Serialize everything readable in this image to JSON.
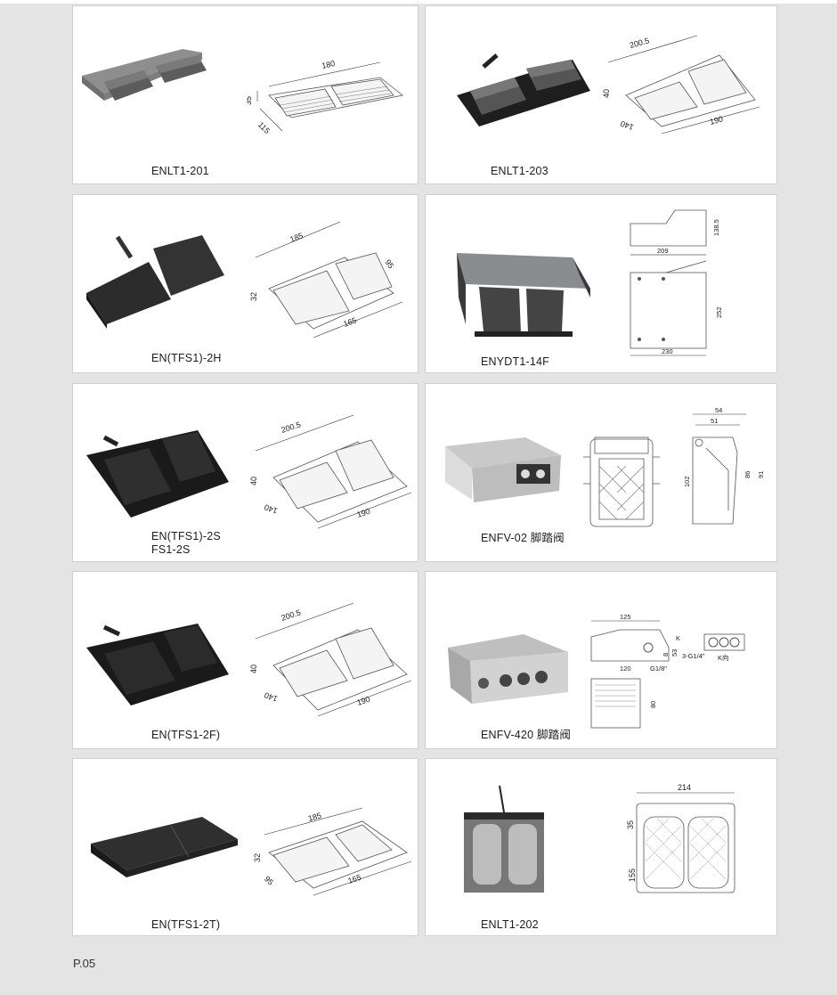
{
  "page_number": "P.05",
  "products": [
    {
      "label": "ENLT1-201",
      "dims": [
        "180",
        "35",
        "115"
      ]
    },
    {
      "label": "ENLT1-203",
      "dims": [
        "200.5",
        "40",
        "140",
        "190"
      ]
    },
    {
      "label": "EN(TFS1)-2H",
      "dims": [
        "185",
        "95",
        "32",
        "165"
      ]
    },
    {
      "label": "ENYDT1-14F",
      "dims": [
        "138.5",
        "209",
        "252",
        "230"
      ]
    },
    {
      "label": "EN(TFS1)-2S",
      "label2": "FS1-2S",
      "dims": [
        "200.5",
        "40",
        "140",
        "190"
      ]
    },
    {
      "label": "ENFV-02 脚踏阀",
      "dims": [
        "54",
        "51",
        "102",
        "86",
        "91"
      ]
    },
    {
      "label": "EN(TFS1-2F)",
      "dims": [
        "200.5",
        "40",
        "140",
        "190"
      ]
    },
    {
      "label": "ENFV-420 脚踏阀",
      "dims": [
        "125",
        "K",
        "53",
        "8",
        "3-G1/4\"",
        "120",
        "G1/8\"",
        "K向",
        "80"
      ]
    },
    {
      "label": "EN(TFS1-2T)",
      "dims": [
        "185",
        "32",
        "95",
        "165"
      ]
    },
    {
      "label": "ENLT1-202",
      "dims": [
        "214",
        "35",
        "155"
      ]
    }
  ]
}
